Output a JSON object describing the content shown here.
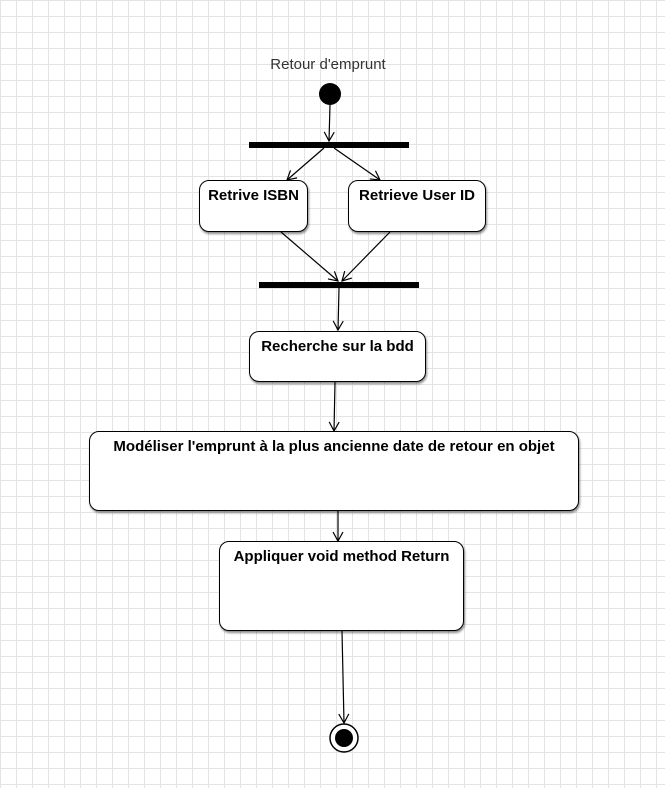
{
  "diagram": {
    "title": "Retour d'emprunt",
    "nodes": {
      "isbn": "Retrive ISBN",
      "userid": "Retrieve User ID",
      "recherche": "Recherche sur la bdd",
      "modeliser": "Modéliser l'emprunt à la plus ancienne date de retour en objet",
      "appliquer": "Appliquer void method Return"
    }
  },
  "colors": {
    "stroke": "#000000",
    "grid": "#e4e4e4",
    "background": "#ffffff"
  }
}
